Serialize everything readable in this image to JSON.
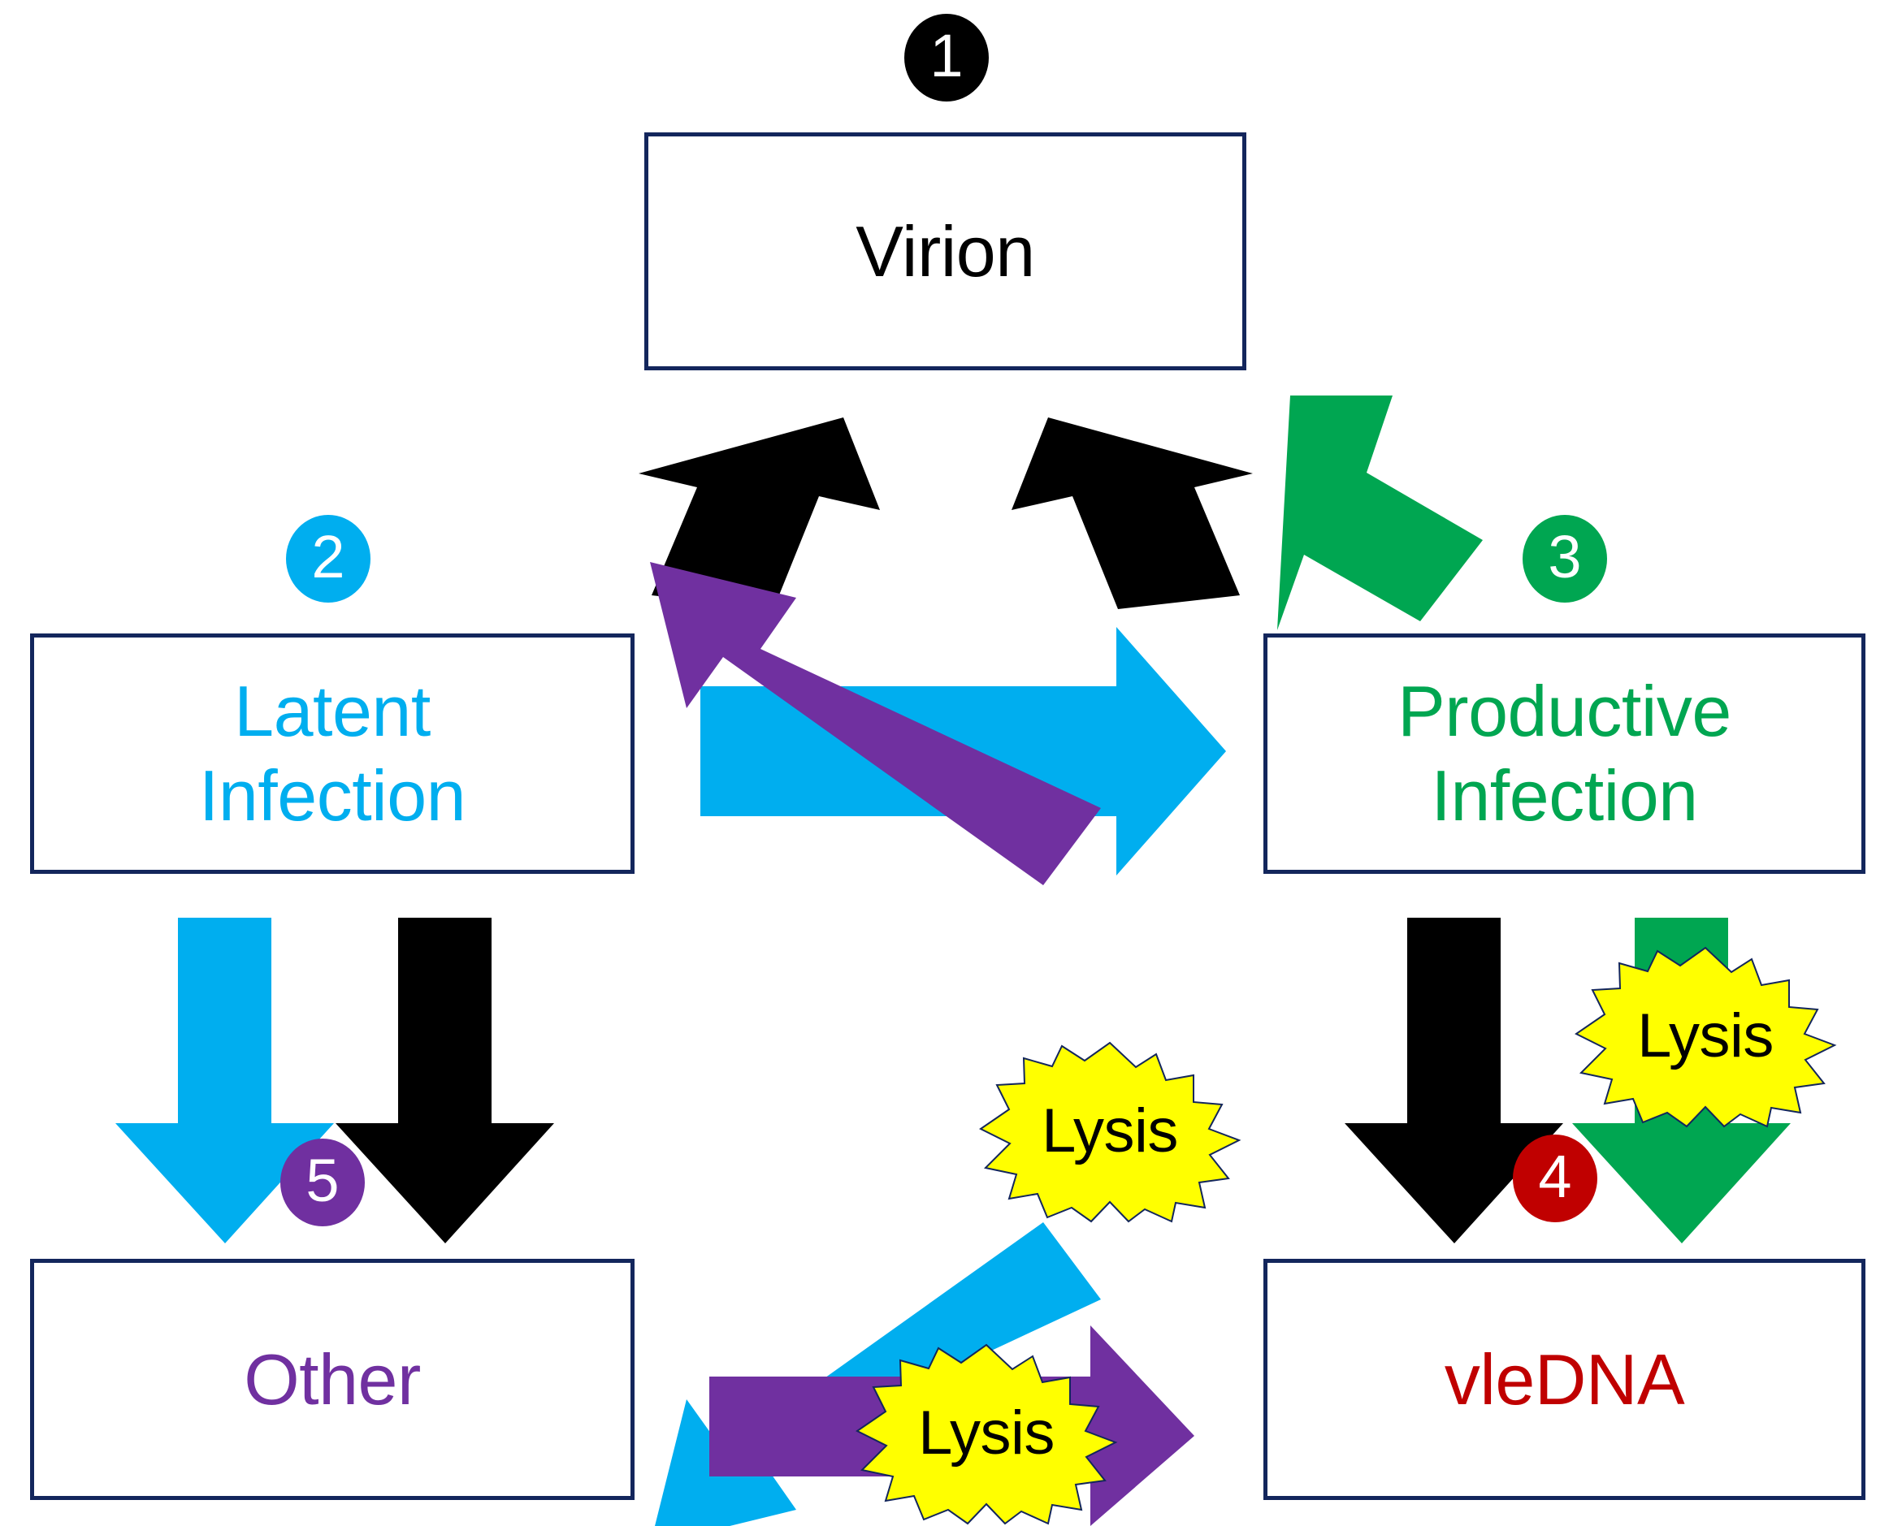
{
  "diagram": {
    "title": "Virus infection outcome pathways",
    "background_color": "#FFFFFF",
    "box_border_color": "#13265C",
    "nodes": [
      {
        "id": "virion",
        "label": "Virion",
        "lines": [
          "Virion"
        ],
        "text_color": "#000000",
        "badge": "1",
        "badge_color": "#000000"
      },
      {
        "id": "latent",
        "label": "Latent Infection",
        "lines": [
          "Latent",
          "Infection"
        ],
        "text_color": "#00AEEF",
        "badge": "2",
        "badge_color": "#00AEEF"
      },
      {
        "id": "productive",
        "label": "Productive Infection",
        "lines": [
          "Productive",
          "Infection"
        ],
        "text_color": "#00A651",
        "badge": "3",
        "badge_color": "#00A651"
      },
      {
        "id": "vledna",
        "label": "vleDNA",
        "lines": [
          "vleDNA"
        ],
        "text_color": "#C00000",
        "badge": "4",
        "badge_color": "#C00000"
      },
      {
        "id": "other",
        "label": "Other",
        "lines": [
          "Other"
        ],
        "text_color": "#7030A0",
        "badge": "5",
        "badge_color": "#7030A0"
      }
    ],
    "arrows": [
      {
        "id": "virion-to-latent",
        "from": "virion",
        "to": "latent",
        "color": "#000000",
        "direction": "down-left"
      },
      {
        "id": "virion-to-productive",
        "from": "virion",
        "to": "productive",
        "color": "#000000",
        "direction": "down-right"
      },
      {
        "id": "productive-to-virion",
        "from": "productive",
        "to": "virion",
        "color": "#00A651",
        "direction": "up-left"
      },
      {
        "id": "latent-to-productive",
        "from": "latent",
        "to": "productive",
        "color": "#00AEEF",
        "direction": "right"
      },
      {
        "id": "latent-to-vledna",
        "from": "latent",
        "to": "vledna",
        "color": "#00AEEF",
        "direction": "down-right"
      },
      {
        "id": "other-to-productive",
        "from": "other",
        "to": "productive",
        "color": "#7030A0",
        "direction": "up-right"
      },
      {
        "id": "latent-to-other-cyan",
        "from": "latent",
        "to": "other",
        "color": "#00AEEF",
        "direction": "down"
      },
      {
        "id": "latent-to-other-black",
        "from": "latent",
        "to": "other",
        "color": "#000000",
        "direction": "down"
      },
      {
        "id": "productive-to-vledna-black",
        "from": "productive",
        "to": "vledna",
        "color": "#000000",
        "direction": "down"
      },
      {
        "id": "productive-to-vledna-green",
        "from": "productive",
        "to": "vledna",
        "color": "#00A651",
        "direction": "down"
      },
      {
        "id": "other-to-vledna",
        "from": "other",
        "to": "vledna",
        "color": "#7030A0",
        "direction": "right"
      }
    ],
    "lysis_markers": [
      {
        "id": "lysis-center",
        "label": "Lysis",
        "on_arrow": "latent-to-vledna",
        "fill": "#FFFF00",
        "stroke": "#13265C",
        "text_color": "#000000"
      },
      {
        "id": "lysis-right",
        "label": "Lysis",
        "on_arrow": "productive-to-vledna-green",
        "fill": "#FFFF00",
        "stroke": "#13265C",
        "text_color": "#000000"
      },
      {
        "id": "lysis-bottom",
        "label": "Lysis",
        "on_arrow": "other-to-vledna",
        "fill": "#FFFF00",
        "stroke": "#13265C",
        "text_color": "#000000"
      }
    ],
    "colors": {
      "black": "#000000",
      "cyan": "#00AEEF",
      "green": "#00A651",
      "purple": "#7030A0",
      "red": "#C00000",
      "yellow": "#FFFF00",
      "navy": "#13265C"
    }
  }
}
